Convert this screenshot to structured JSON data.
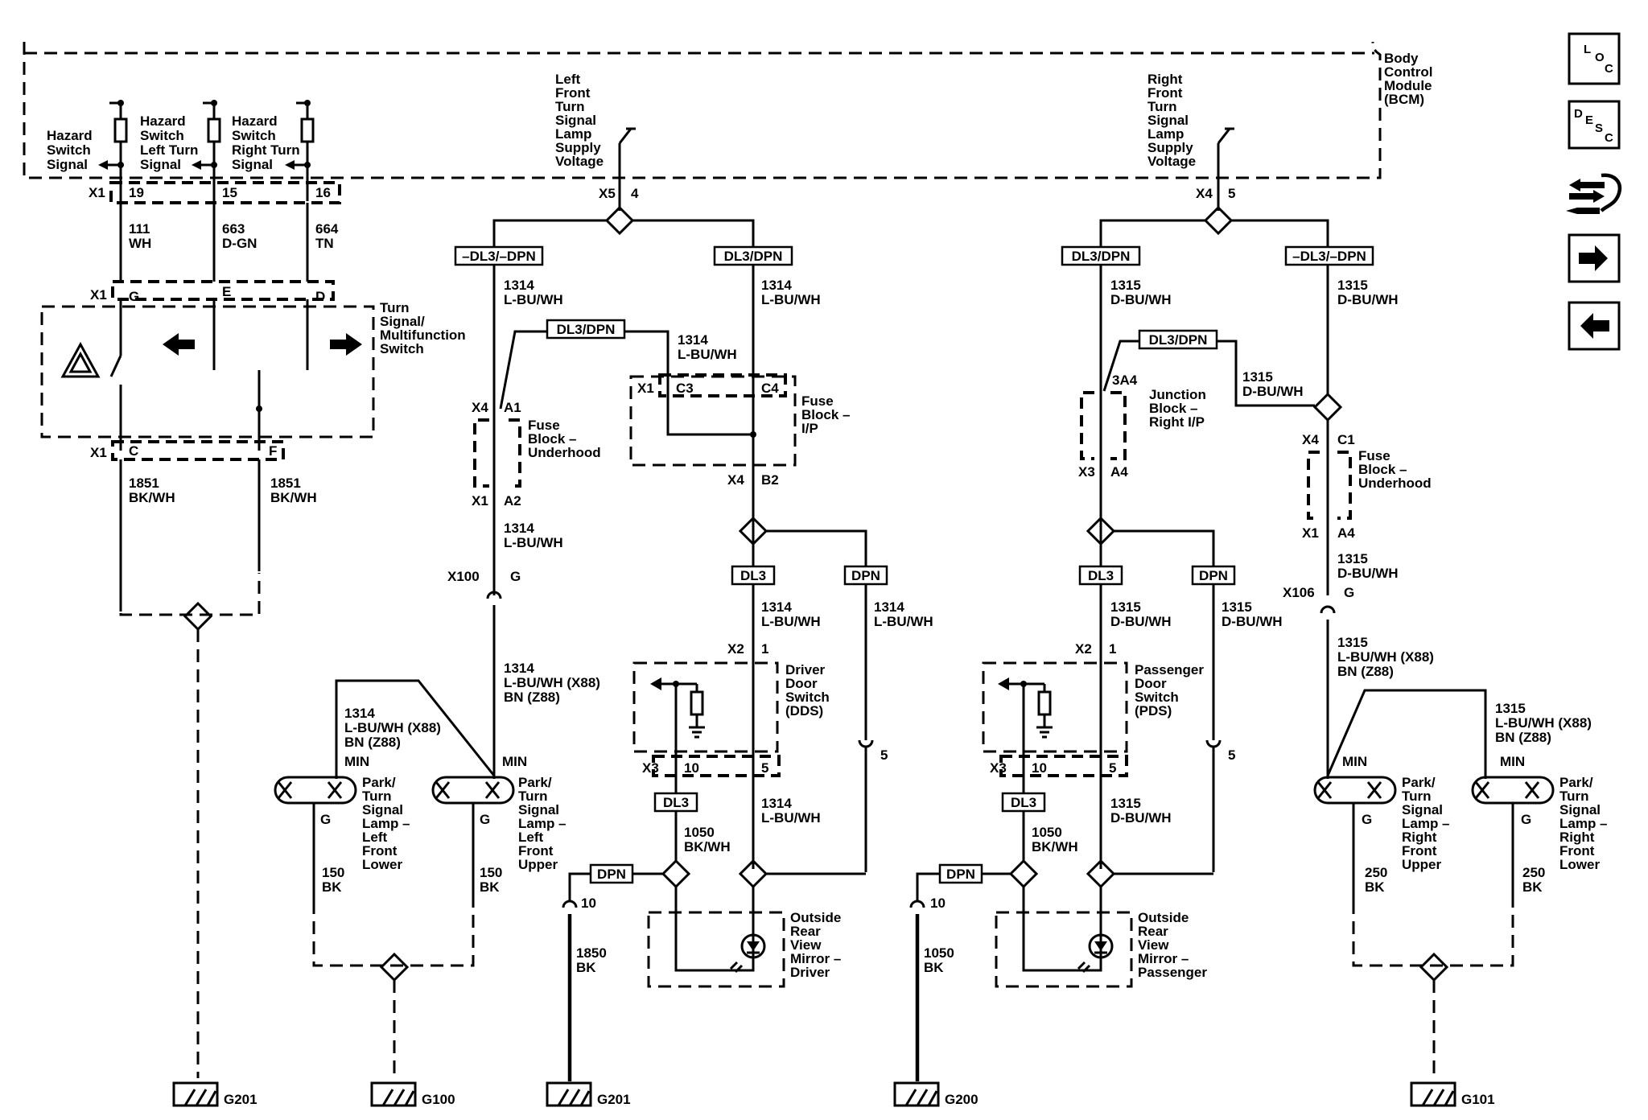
{
  "bcm": {
    "label": [
      "Body",
      "Control",
      "Module",
      "(BCM)"
    ]
  },
  "bcm_inputs": {
    "hazard_signal": [
      "Hazard",
      "Switch",
      "Signal"
    ],
    "left_turn": [
      "Hazard",
      "Switch",
      "Left Turn",
      "Signal"
    ],
    "right_turn": [
      "Hazard",
      "Switch",
      "Right Turn",
      "Signal"
    ]
  },
  "bcm_outputs": {
    "left_supply": [
      "Left",
      "Front",
      "Turn",
      "Signal",
      "Lamp",
      "Supply",
      "Voltage"
    ],
    "right_supply": [
      "Right",
      "Front",
      "Turn",
      "Signal",
      "Lamp",
      "Supply",
      "Voltage"
    ]
  },
  "connectors": {
    "x1": "X1",
    "x2": "X2",
    "x3": "X3",
    "x4": "X4",
    "x5": "X5",
    "x100": "X100",
    "x106": "X106",
    "pin_19": "19",
    "pin_15": "15",
    "pin_16": "16",
    "pin_4": "4",
    "pin_5": "5",
    "pin_g": "G",
    "pin_e": "E",
    "pin_d": "D",
    "pin_c": "C",
    "pin_f": "F",
    "pin_a1": "A1",
    "pin_a2": "A2",
    "pin_b2": "B2",
    "pin_c3": "C3",
    "pin_c4": "C4",
    "pin_c1": "C1",
    "pin_a4": "A4",
    "pin_3a4": "3A4",
    "pin_1": "1",
    "pin_10": "10",
    "min": "MIN"
  },
  "wires": {
    "c111": [
      "111",
      "WH"
    ],
    "c663": [
      "663",
      "D-GN"
    ],
    "c664": [
      "664",
      "TN"
    ],
    "c1851": [
      "1851",
      "BK/WH"
    ],
    "c1314": [
      "1314",
      "L-BU/WH"
    ],
    "c1314_x88": [
      "1314",
      "L-BU/WH (X88)",
      "BN (Z88)"
    ],
    "c1315": [
      "1315",
      "D-BU/WH"
    ],
    "c1315_x88": [
      "1315",
      "L-BU/WH (X88)",
      "BN (Z88)"
    ],
    "c1050": [
      "1050",
      "BK/WH"
    ],
    "c1850": [
      "1850",
      "BK"
    ],
    "c1050bk": [
      "1050",
      "BK"
    ],
    "c150": [
      "150",
      "BK"
    ],
    "c250": [
      "250",
      "BK"
    ]
  },
  "options": {
    "dl3_dpn": "DL3/DPN",
    "not_dl3_dpn": "–DL3/–DPN",
    "dl3": "DL3",
    "dpn": "DPN"
  },
  "components": {
    "turn_switch": [
      "Turn",
      "Signal/",
      "Multifunction",
      "Switch"
    ],
    "fuse_underhood": [
      "Fuse",
      "Block –",
      "Underhood"
    ],
    "fuse_ip": [
      "Fuse",
      "Block –",
      "I/P"
    ],
    "junction_block": [
      "Junction",
      "Block –",
      "Right I/P"
    ],
    "driver_door_switch": [
      "Driver",
      "Door",
      "Switch",
      "(DDS)"
    ],
    "passenger_door_switch": [
      "Passenger",
      "Door",
      "Switch",
      "(PDS)"
    ],
    "mirror_driver": [
      "Outside",
      "Rear",
      "View",
      "Mirror –",
      "Driver"
    ],
    "mirror_passenger": [
      "Outside",
      "Rear",
      "View",
      "Mirror –",
      "Passenger"
    ],
    "lamp_lf_lower": [
      "Park/",
      "Turn",
      "Signal",
      "Lamp –",
      "Left",
      "Front",
      "Lower"
    ],
    "lamp_lf_upper": [
      "Park/",
      "Turn",
      "Signal",
      "Lamp –",
      "Left",
      "Front",
      "Upper"
    ],
    "lamp_rf_upper": [
      "Park/",
      "Turn",
      "Signal",
      "Lamp –",
      "Right",
      "Front",
      "Upper"
    ],
    "lamp_rf_lower": [
      "Park/",
      "Turn",
      "Signal",
      "Lamp –",
      "Right",
      "Front",
      "Lower"
    ]
  },
  "grounds": {
    "g201": "G201",
    "g100": "G100",
    "g200": "G200",
    "g101": "G101"
  },
  "nav": {
    "loc": [
      "L",
      "O",
      "C"
    ],
    "desc": [
      "D",
      "E",
      "S",
      "C"
    ]
  },
  "colors": {
    "ink": "#000000",
    "background": "#ffffff"
  }
}
